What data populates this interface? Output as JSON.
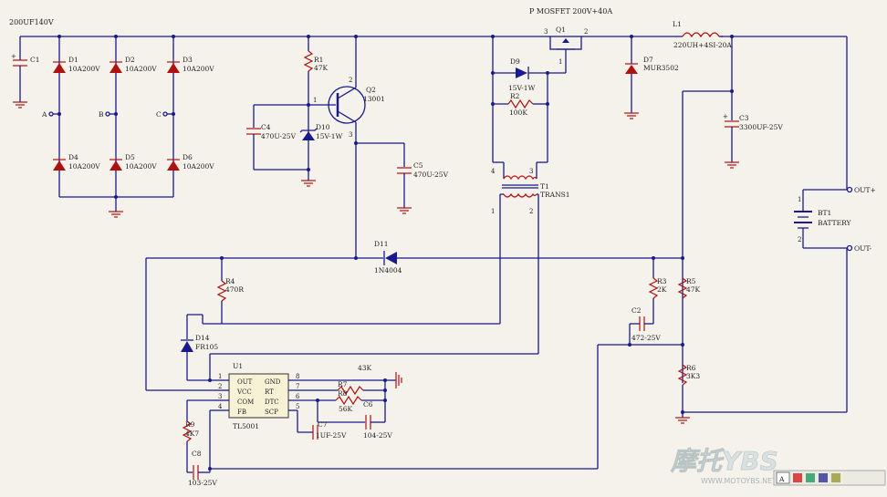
{
  "input_cap": {
    "ref": "C1",
    "value": "200UF140V"
  },
  "rectifier": [
    {
      "ref": "D1",
      "value": "10A200V"
    },
    {
      "ref": "D2",
      "value": "10A200V"
    },
    {
      "ref": "D3",
      "value": "10A200V"
    },
    {
      "ref": "D4",
      "value": "10A200V"
    },
    {
      "ref": "D5",
      "value": "10A200V"
    },
    {
      "ref": "D6",
      "value": "10A200V"
    }
  ],
  "phases": [
    "A",
    "B",
    "C"
  ],
  "r1": {
    "ref": "R1",
    "value": "47K"
  },
  "q2": {
    "ref": "Q2",
    "value": "13001",
    "pin1": "1",
    "pin2": "2",
    "pin3": "3"
  },
  "c4": {
    "ref": "C4",
    "value": "470U-25V"
  },
  "d10": {
    "ref": "D10",
    "value": "15V-1W"
  },
  "c5": {
    "ref": "C5",
    "value": "470U-25V"
  },
  "q1": {
    "title": "P MOSFET 200V+40A",
    "ref": "Q1",
    "pin3": "3",
    "pin2": "2",
    "pin1": "1"
  },
  "d9": {
    "ref": "D9",
    "value": "15V-1W"
  },
  "r2": {
    "ref": "R2",
    "value": "100K"
  },
  "t1": {
    "ref": "T1",
    "value": "TRANS1",
    "p4": "4",
    "p3": "3",
    "p1": "1",
    "p2": "2"
  },
  "d7": {
    "ref": "D7",
    "value": "MUR3502"
  },
  "l1": {
    "ref": "L1",
    "value": "220UH+4SI-20A"
  },
  "c3": {
    "ref": "C3",
    "value": "3300UF-25V"
  },
  "bt1": {
    "ref": "BT1",
    "value": "BATTERY",
    "pin1": "1",
    "pin2": "2"
  },
  "out_pos": "OUT+",
  "out_neg": "OUT-",
  "d11": {
    "ref": "D11",
    "value": "1N4004"
  },
  "r4": {
    "ref": "R4",
    "value": "470R"
  },
  "r3": {
    "ref": "R3",
    "value": "2K"
  },
  "r5": {
    "ref": "R5",
    "value": "47K"
  },
  "r6": {
    "ref": "R6",
    "value": "3K3"
  },
  "c2": {
    "ref": "C2",
    "value": "472-25V"
  },
  "d14": {
    "ref": "D14",
    "value": "FR105"
  },
  "u1": {
    "ref": "U1",
    "value": "TL5001",
    "pins_left": [
      "OUT",
      "VCC",
      "COM",
      "FB"
    ],
    "pins_right": [
      "GND",
      "RT",
      "DTC",
      "SCP"
    ],
    "nums_left": [
      "1",
      "2",
      "3",
      "4"
    ],
    "nums_right": [
      "8",
      "7",
      "6",
      "5"
    ]
  },
  "r7_label": "43K",
  "r8": {
    "ref": "R8",
    "value": "56K"
  },
  "r7": "R7",
  "c6": {
    "ref": "C6",
    "value": "104-25V"
  },
  "c7": {
    "ref": "C7",
    "value": "1UF-25V"
  },
  "r9": {
    "ref": "R9",
    "value": "4K7"
  },
  "c8": {
    "ref": "C8",
    "value": "103-25V"
  },
  "toolbar_label": "A",
  "watermark": "摩托YBS",
  "watermark_url": "WWW.MOTOYBS.NET"
}
